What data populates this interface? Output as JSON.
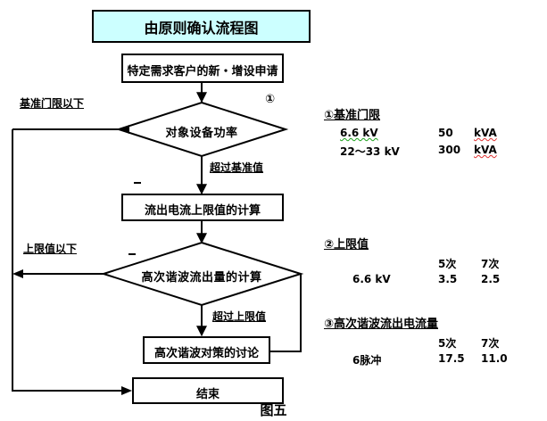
{
  "title": {
    "text": "由原则确认流程图",
    "fill_color": "#CCFFFF",
    "border_color": "#000000"
  },
  "figure_caption": "图五",
  "flow": {
    "start_node": {
      "label": "特定需求客户的新・增设申请",
      "shape": "process"
    },
    "decision_1": {
      "label": "对象设备功率",
      "shape": "decision",
      "marker": "①"
    },
    "decision_1_branch_left": "基准门限以下",
    "decision_1_branch_down": "超过基准值",
    "process_1": {
      "label": "流出电流上限值的计算",
      "shape": "process"
    },
    "decision_2": {
      "label": "高次谐波流出量的计算",
      "shape": "decision"
    },
    "decision_2_branch_left": "上限值以下",
    "decision_2_branch_down": "超过上限值",
    "process_2": {
      "label": "高次谐波对策的讨论",
      "shape": "process"
    },
    "end_node": {
      "label": "结束",
      "shape": "process"
    }
  },
  "panels": [
    {
      "marker": "①",
      "title": "①基准门限",
      "header": {
        "col0": "",
        "col1": "",
        "col2": ""
      },
      "rows": [
        {
          "name": "6.6  kV",
          "v1": "50",
          "v2": "kVA"
        },
        {
          "name": "22～33 kV",
          "v1": "300",
          "v2": "kVA"
        }
      ]
    },
    {
      "marker": "②",
      "title": "②上限值",
      "header": {
        "col0": "",
        "col1": "5次",
        "col2": "7次"
      },
      "rows": [
        {
          "name": "6.6 kV",
          "v1": "3.5",
          "v2": "2.5"
        }
      ]
    },
    {
      "marker": "③",
      "title": "③高次谐波流出电流量",
      "header": {
        "col0": "",
        "col1": "5次",
        "col2": "7次"
      },
      "rows": [
        {
          "name": "6脉冲",
          "v1": "17.5",
          "v2": "11.0"
        }
      ]
    }
  ],
  "colors": {
    "line": "#000000",
    "node_fill": "#FFFFFF",
    "title_fill": "#CCFFFF",
    "text": "#000000"
  }
}
